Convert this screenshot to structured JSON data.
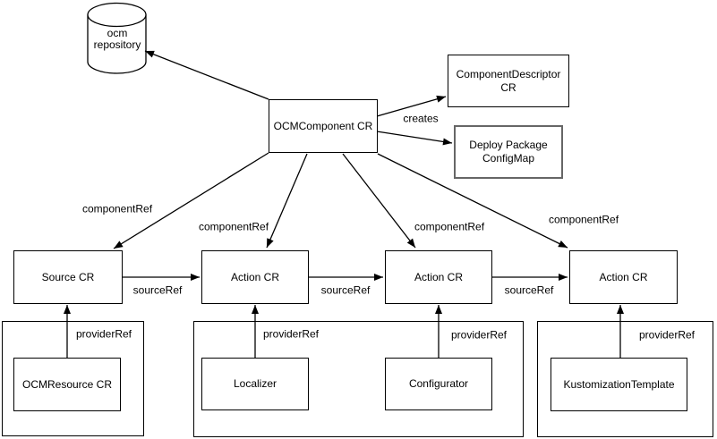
{
  "background": "#ffffff",
  "colors": {
    "line": "#000000",
    "box_border": "#000000",
    "box_fill": "#ffffff",
    "deploy_package_border": "#666666",
    "text": "#000000"
  },
  "nodes": {
    "ocm_repository": {
      "label": "ocm repository",
      "shape": "cylinder"
    },
    "ocm_component": {
      "label": "OCMComponent CR",
      "shape": "rectangle"
    },
    "component_descriptor": {
      "label": "ComponentDescriptor CR",
      "shape": "rectangle"
    },
    "deploy_package": {
      "label": "Deploy Package ConfigMap",
      "shape": "rectangle"
    },
    "source_cr": {
      "label": "Source CR",
      "shape": "rectangle"
    },
    "action_cr_1": {
      "label": "Action CR",
      "shape": "rectangle"
    },
    "action_cr_2": {
      "label": "Action CR",
      "shape": "rectangle"
    },
    "action_cr_3": {
      "label": "Action CR",
      "shape": "rectangle"
    },
    "ocm_resource": {
      "label": "OCMResource CR",
      "shape": "rectangle"
    },
    "localizer": {
      "label": "Localizer",
      "shape": "rectangle"
    },
    "configurator": {
      "label": "Configurator",
      "shape": "rectangle"
    },
    "kustomization_template": {
      "label": "KustomizationTemplate",
      "shape": "rectangle"
    }
  },
  "edges": [
    {
      "from": "ocm_component",
      "to": "ocm_repository",
      "label": ""
    },
    {
      "from": "ocm_component",
      "to": "component_descriptor",
      "label": "creates"
    },
    {
      "from": "ocm_component",
      "to": "deploy_package",
      "label": ""
    },
    {
      "from": "ocm_component",
      "to": "source_cr",
      "label": "componentRef"
    },
    {
      "from": "ocm_component",
      "to": "action_cr_1",
      "label": "componentRef"
    },
    {
      "from": "ocm_component",
      "to": "action_cr_2",
      "label": "componentRef"
    },
    {
      "from": "ocm_component",
      "to": "action_cr_3",
      "label": "componentRef"
    },
    {
      "from": "source_cr",
      "to": "action_cr_1",
      "label": "sourceRef"
    },
    {
      "from": "action_cr_1",
      "to": "action_cr_2",
      "label": "sourceRef"
    },
    {
      "from": "action_cr_2",
      "to": "action_cr_3",
      "label": "sourceRef"
    },
    {
      "from": "ocm_resource",
      "to": "source_cr",
      "label": "providerRef"
    },
    {
      "from": "localizer",
      "to": "action_cr_1",
      "label": "providerRef"
    },
    {
      "from": "configurator",
      "to": "action_cr_2",
      "label": "providerRef"
    },
    {
      "from": "kustomization_template",
      "to": "action_cr_3",
      "label": "providerRef"
    }
  ]
}
